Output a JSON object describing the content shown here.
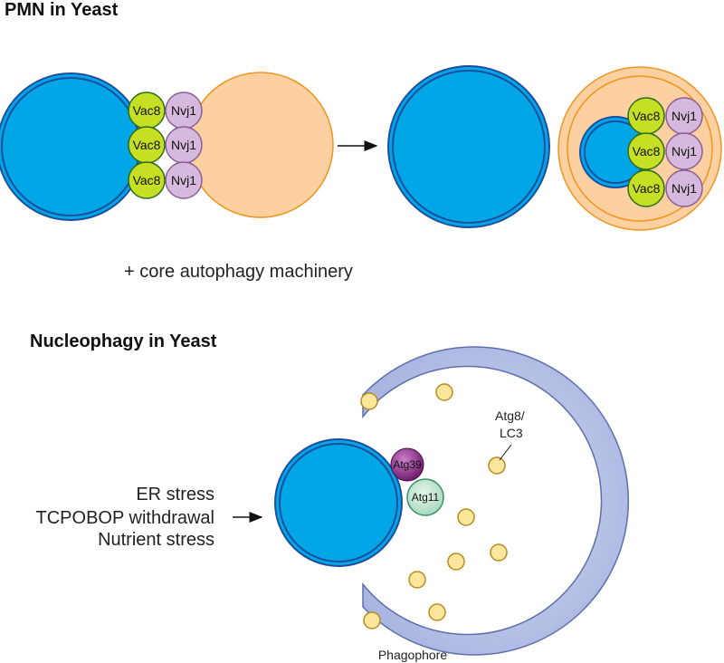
{
  "pmn": {
    "title": "PMN in Yeast",
    "vac8_label": "Vac8",
    "nvj1_label": "Nvj1",
    "machinery_label": "+ core autophagy machinery"
  },
  "nucleophagy": {
    "title": "Nucleophagy in Yeast",
    "stimuli": [
      "ER stress",
      "TCPOBOP withdrawal",
      "Nutrient stress"
    ],
    "atg39_label": "Atg39",
    "atg11_label": "Atg11",
    "atg8_label_line1": "Atg8/",
    "atg8_label_line2": "LC3",
    "phagophore_label": "Phagophore"
  },
  "colors": {
    "nucleus": "#00a6e6",
    "nuclear_envelope": "#1d4e9e",
    "vac8": "#c6df22",
    "nvj1": "#d6b9dd",
    "vacuole": "#fcd0a0",
    "phagophore": "#b7c3e6",
    "atg39": "#7b1d7d",
    "atg11": "#bfe6cf",
    "atg8": "#fbe79c"
  }
}
